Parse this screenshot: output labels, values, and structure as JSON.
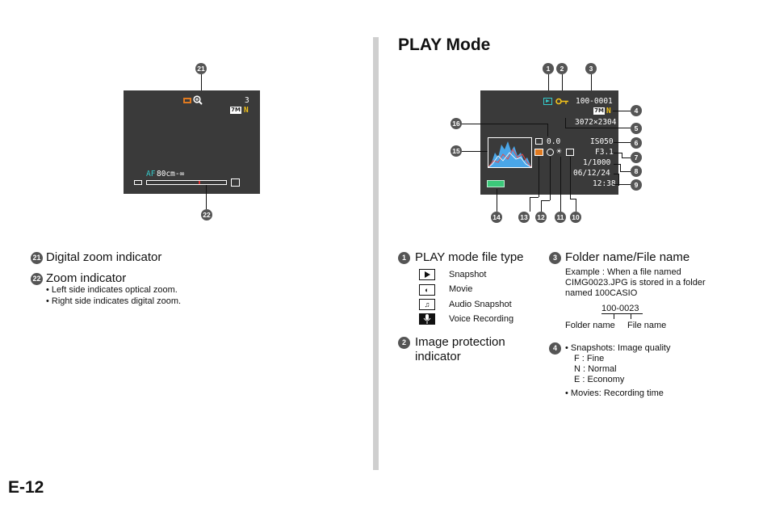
{
  "page": {
    "title": "PLAY Mode",
    "page_number": "E-12"
  },
  "zoom_lcd": {
    "callout_21": "21",
    "callout_22": "22",
    "shots_remaining": "3",
    "size_badge": "7M",
    "quality": "N",
    "af_label": "AF",
    "af_range": "80cm-∞"
  },
  "zoom_legend": {
    "n21": "21",
    "l21": "Digital zoom indicator",
    "n22": "22",
    "l22": "Zoom indicator",
    "b1": "Left side indicates optical zoom.",
    "b2": "Right side indicates digital zoom."
  },
  "play_lcd": {
    "file_number": "100-0001",
    "size_badge": "7M",
    "quality": "N",
    "resolution": "3072×2304",
    "ev": "0.0",
    "iso": "IS050",
    "aperture": "F3.1",
    "shutter": "1/1000",
    "date": "06/12/24",
    "time": "12:38",
    "callouts": [
      "1",
      "2",
      "3",
      "4",
      "5",
      "6",
      "7",
      "8",
      "9",
      "10",
      "11",
      "12",
      "13",
      "14",
      "15",
      "16"
    ]
  },
  "play_legend": {
    "s1": {
      "num": "1",
      "title": "PLAY mode file type",
      "items": [
        {
          "icon": "snapshot-icon",
          "label": "Snapshot"
        },
        {
          "icon": "movie-icon",
          "label": "Movie"
        },
        {
          "icon": "audio-snapshot-icon",
          "label": "Audio Snapshot"
        },
        {
          "icon": "voice-recording-icon",
          "label": "Voice Recording"
        }
      ]
    },
    "s2": {
      "num": "2",
      "title_line1": "Image protection",
      "title_line2": "indicator"
    },
    "s3": {
      "num": "3",
      "title": "Folder name/File name",
      "ex1": "Example : When a file named",
      "ex2": "CIMG0023.JPG is stored in a folder",
      "ex3": "named 100CASIO",
      "code": "100-0023",
      "folder_label": "Folder name",
      "file_label": "File name"
    },
    "s4": {
      "num": "4",
      "b1": "Snapshots: Image quality",
      "q1": "F : Fine",
      "q2": "N : Normal",
      "q3": "E : Economy",
      "b2": "Movies: Recording time"
    }
  }
}
